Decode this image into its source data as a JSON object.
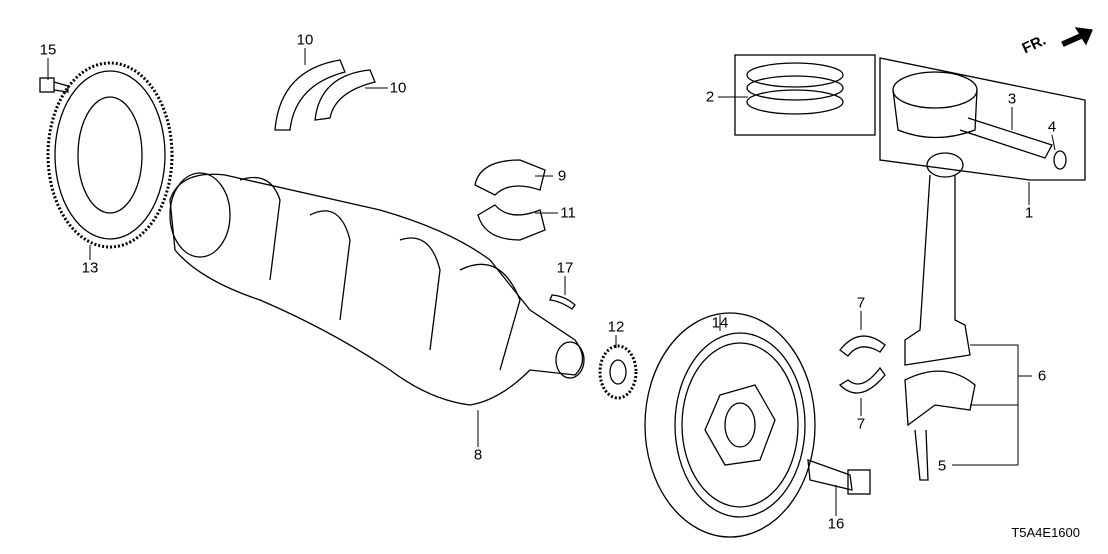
{
  "diagram": {
    "direction_label": "FR.",
    "diagram_code": "T5A4E1600",
    "callouts": [
      {
        "id": "c15",
        "text": "15"
      },
      {
        "id": "c10a",
        "text": "10"
      },
      {
        "id": "c10b",
        "text": "10"
      },
      {
        "id": "c2",
        "text": "2"
      },
      {
        "id": "c3",
        "text": "3"
      },
      {
        "id": "c4",
        "text": "4"
      },
      {
        "id": "c1",
        "text": "1"
      },
      {
        "id": "c9",
        "text": "9"
      },
      {
        "id": "c11",
        "text": "11"
      },
      {
        "id": "c13",
        "text": "13"
      },
      {
        "id": "c17",
        "text": "17"
      },
      {
        "id": "c14",
        "text": "14"
      },
      {
        "id": "c12",
        "text": "12"
      },
      {
        "id": "c7a",
        "text": "7"
      },
      {
        "id": "c7b",
        "text": "7"
      },
      {
        "id": "c6",
        "text": "6"
      },
      {
        "id": "c8",
        "text": "8"
      },
      {
        "id": "c5",
        "text": "5"
      },
      {
        "id": "c16",
        "text": "16"
      }
    ]
  }
}
